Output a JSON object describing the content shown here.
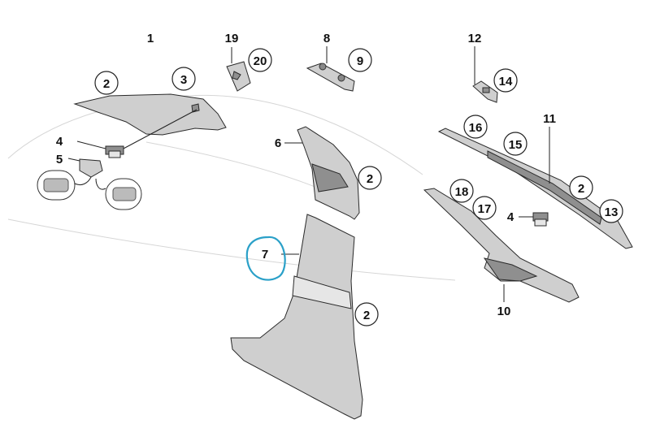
{
  "diagram": {
    "highlight_color": "#2aa0c8",
    "highlighted_callout": "7",
    "labels": {
      "l1": "1",
      "l2a": "2",
      "l3": "3",
      "l4a": "4",
      "l5": "5",
      "l19": "19",
      "l20": "20",
      "l8": "8",
      "l9": "9",
      "l12": "12",
      "l14": "14",
      "l6": "6",
      "l2b": "2",
      "l16": "16",
      "l15": "15",
      "l11": "11",
      "l2c": "2",
      "l13": "13",
      "l18": "18",
      "l17": "17",
      "l4b": "4",
      "l7": "7",
      "l2d": "2",
      "l10": "10"
    }
  }
}
